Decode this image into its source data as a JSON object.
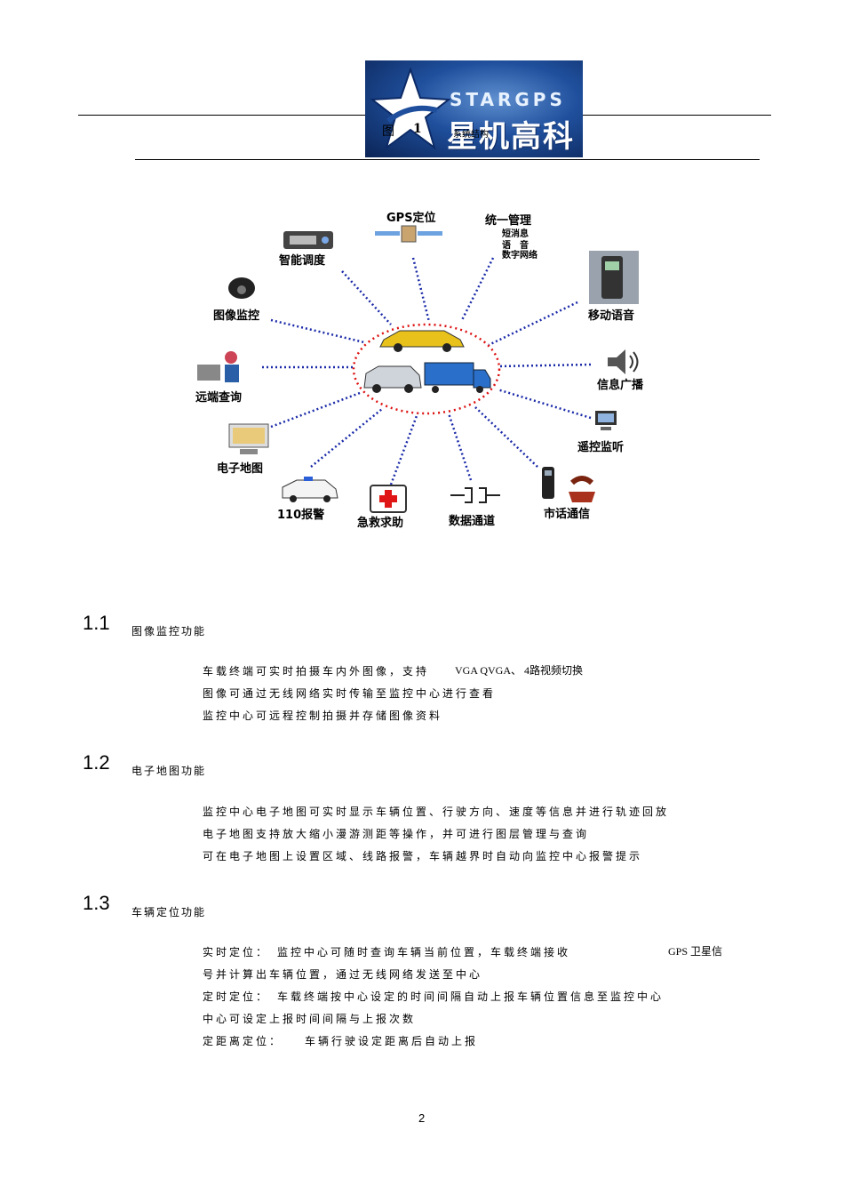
{
  "header": {
    "logo": {
      "brand_en": "STARGPS",
      "brand_cn": "星机高科"
    },
    "figure_label_prefix": "图",
    "figure_label_number": "1",
    "figure_label_suffix": "系统结构"
  },
  "diagram": {
    "nodes": [
      {
        "key": "gps",
        "label": "GPS定位"
      },
      {
        "key": "manage",
        "label": "统一管理",
        "sub": [
          "短消息",
          "语　音",
          "数字网络"
        ]
      },
      {
        "key": "dispatch",
        "label": "智能调度"
      },
      {
        "key": "monitor",
        "label": "图像监控"
      },
      {
        "key": "voice",
        "label": "移动语音"
      },
      {
        "key": "remote_query",
        "label": "远端查询"
      },
      {
        "key": "broadcast",
        "label": "信息广播"
      },
      {
        "key": "map",
        "label": "电子地图"
      },
      {
        "key": "listen",
        "label": "遥控监听"
      },
      {
        "key": "alarm",
        "label": "110报警"
      },
      {
        "key": "rescue",
        "label": "急救求助"
      },
      {
        "key": "data",
        "label": "数据通道"
      },
      {
        "key": "phone",
        "label": "市话通信"
      }
    ]
  },
  "sections": [
    {
      "number": "1.1",
      "title": "图像监控功能",
      "lines": [
        {
          "cn": "车载终端可实时拍摄车内外图像，支持",
          "en": "VGA  QVGA、 4路视频切换"
        },
        {
          "cn": "图像可通过无线网络实时传输至监控中心进行查看",
          "en": ""
        },
        {
          "cn": "监控中心可远程控制拍摄并存储图像资料",
          "en": ""
        }
      ]
    },
    {
      "number": "1.2",
      "title": "电子地图功能",
      "lines": [
        {
          "cn": "监控中心电子地图可实时显示车辆位置、行驶方向、速度等信息并进行轨迹回放",
          "en": ""
        },
        {
          "cn": "电子地图支持放大缩小漫游测距等操作，并可进行图层管理与查询",
          "en": ""
        },
        {
          "cn": "可在电子地图上设置区域、线路报警，车辆越界时自动向监控中心报警提示",
          "en": ""
        }
      ]
    },
    {
      "number": "1.3",
      "title": "车辆定位功能",
      "lines": [
        {
          "cn": "实时定位：",
          "mid": "监控中心可随时查询车辆当前位置，车载终端接收",
          "en": "GPS 卫星信"
        },
        {
          "cn": "号并计算出车辆位置，通过无线网络发送至中心",
          "mid": "",
          "en": ""
        },
        {
          "cn": "定时定位：",
          "mid": "车载终端按中心设定的时间间隔自动上报车辆位置信息至监控中心",
          "en": ""
        },
        {
          "cn": "中心可设定上报时间间隔与上报次数",
          "mid": "",
          "en": ""
        },
        {
          "cn": "定距离定位：",
          "mid": "车辆行驶设定距离后自动上报",
          "en": ""
        }
      ]
    }
  ],
  "footer": {
    "page_number": "2"
  }
}
